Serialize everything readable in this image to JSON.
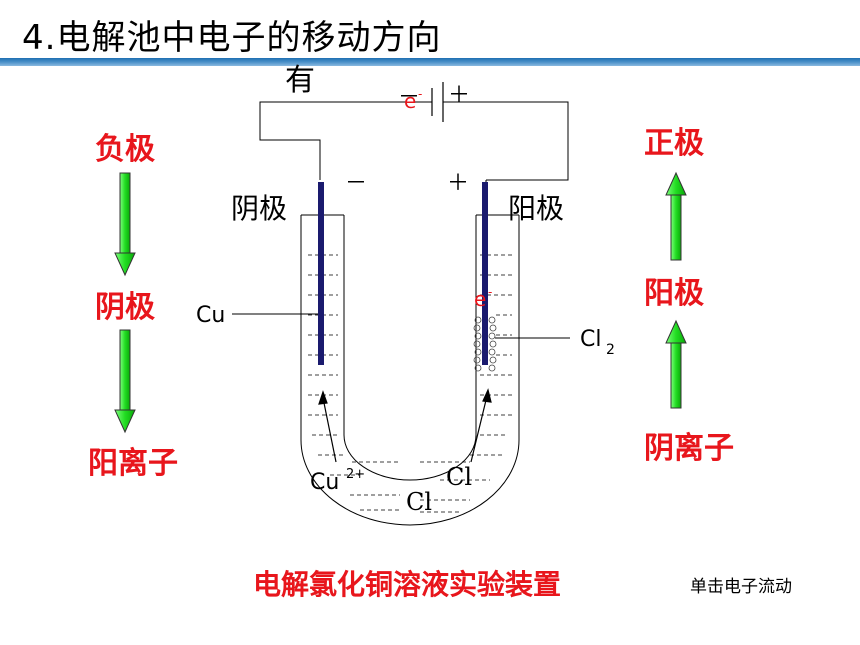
{
  "title": "4.电解池中电子的移动方向",
  "left_column": {
    "top": "负极",
    "middle": "阴极",
    "bottom": "阳离子"
  },
  "right_column": {
    "top": "正极",
    "middle": "阳极",
    "bottom": "阴离子"
  },
  "diagram": {
    "battery_neg": "－",
    "battery_pos": "＋",
    "electron_top": "e",
    "electron_top_sup": "-",
    "glitch_text": "有",
    "cathode_sign": "－",
    "anode_sign": "＋",
    "cathode_label": "阴极",
    "anode_label": "阳极",
    "cu_label": "Cu",
    "cl2_label": "Cl",
    "cl2_sub": "2",
    "electron_anode": "e",
    "electron_anode_sup": "-",
    "cu_ion": "Cu",
    "cu_ion_sup": "2+",
    "cl_ion_1": "Cl",
    "cl_ion_2": "Cl"
  },
  "caption": "电解氯化铜溶液实验装置",
  "click_hint": "单击电子流动",
  "colors": {
    "label_red": "#e8161c",
    "arrow_green": "#22dd22",
    "electrode": "#1a1a6e",
    "title_bar": "#1f6fb2"
  }
}
